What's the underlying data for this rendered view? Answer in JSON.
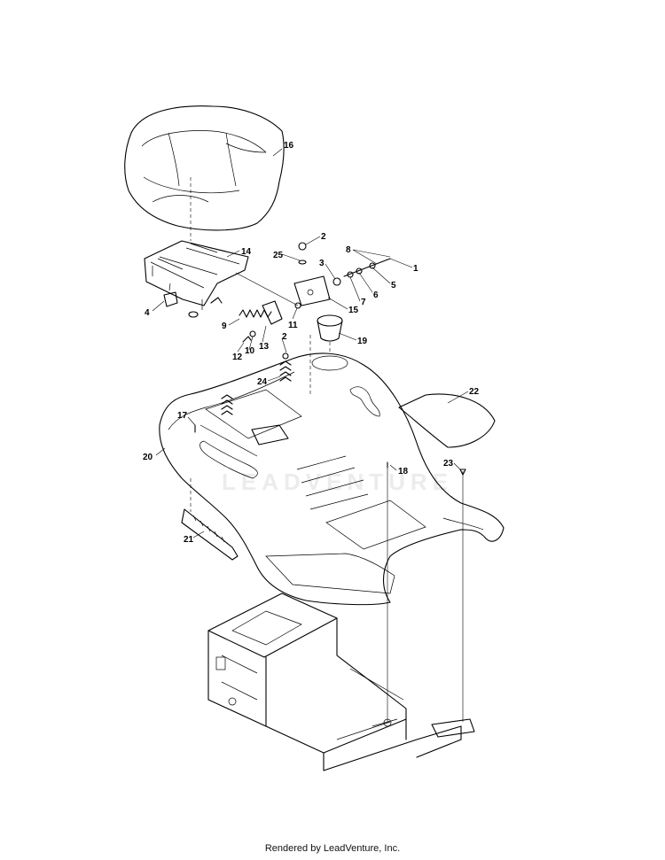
{
  "watermark": "LEADVENTURE",
  "footer": "Rendered by LeadVenture, Inc.",
  "callouts": {
    "c1": "1",
    "c2a": "2",
    "c2b": "2",
    "c3": "3",
    "c4": "4",
    "c5": "5",
    "c6": "6",
    "c7": "7",
    "c8": "8",
    "c9": "9",
    "c10": "10",
    "c11": "11",
    "c12": "12",
    "c13": "13",
    "c14": "14",
    "c15": "15",
    "c16": "16",
    "c17": "17",
    "c18": "18",
    "c19": "19",
    "c20": "20",
    "c21": "21",
    "c22": "22",
    "c23": "23",
    "c24": "24",
    "c25": "25"
  }
}
